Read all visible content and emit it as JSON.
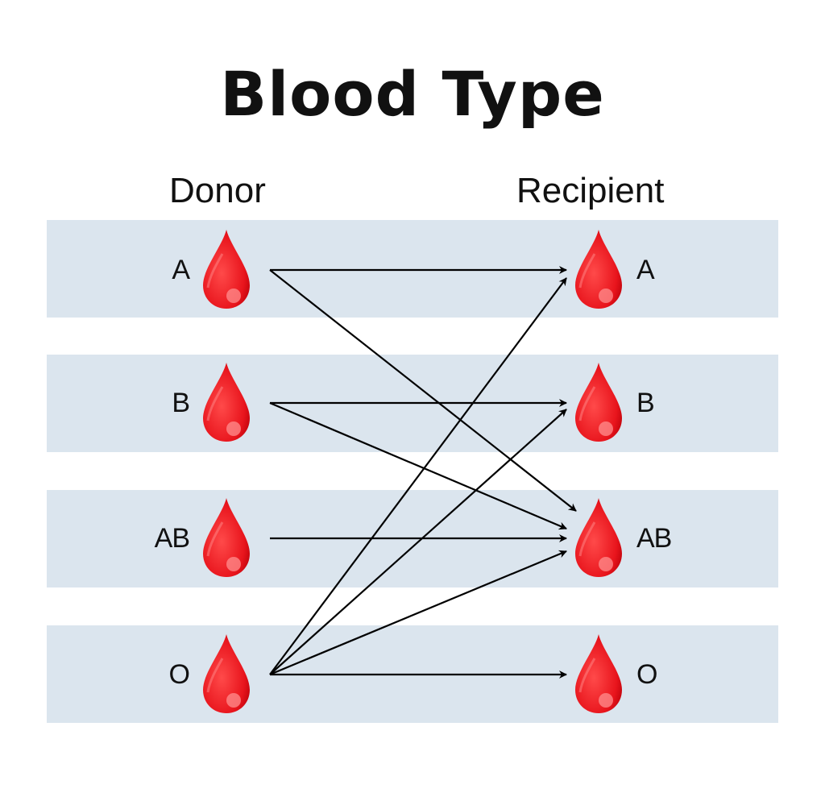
{
  "title": "Blood Type",
  "columns": {
    "donor": "Donor",
    "recipient": "Recipient"
  },
  "colors": {
    "band": "#dbe5ee",
    "drop": "#e8141c",
    "arrow": "#000000"
  },
  "blood_types": [
    "A",
    "B",
    "AB",
    "O"
  ],
  "donors": [
    {
      "label": "A",
      "icon": "blood-drop-icon"
    },
    {
      "label": "B",
      "icon": "blood-drop-icon"
    },
    {
      "label": "AB",
      "icon": "blood-drop-icon"
    },
    {
      "label": "O",
      "icon": "blood-drop-icon"
    }
  ],
  "recipients": [
    {
      "label": "A",
      "icon": "blood-drop-icon"
    },
    {
      "label": "B",
      "icon": "blood-drop-icon"
    },
    {
      "label": "AB",
      "icon": "blood-drop-icon"
    },
    {
      "label": "O",
      "icon": "blood-drop-icon"
    }
  ],
  "compatibility": [
    {
      "from": "A",
      "to": "A"
    },
    {
      "from": "A",
      "to": "AB"
    },
    {
      "from": "B",
      "to": "B"
    },
    {
      "from": "B",
      "to": "AB"
    },
    {
      "from": "AB",
      "to": "AB"
    },
    {
      "from": "O",
      "to": "A"
    },
    {
      "from": "O",
      "to": "B"
    },
    {
      "from": "O",
      "to": "AB"
    },
    {
      "from": "O",
      "to": "O"
    }
  ]
}
